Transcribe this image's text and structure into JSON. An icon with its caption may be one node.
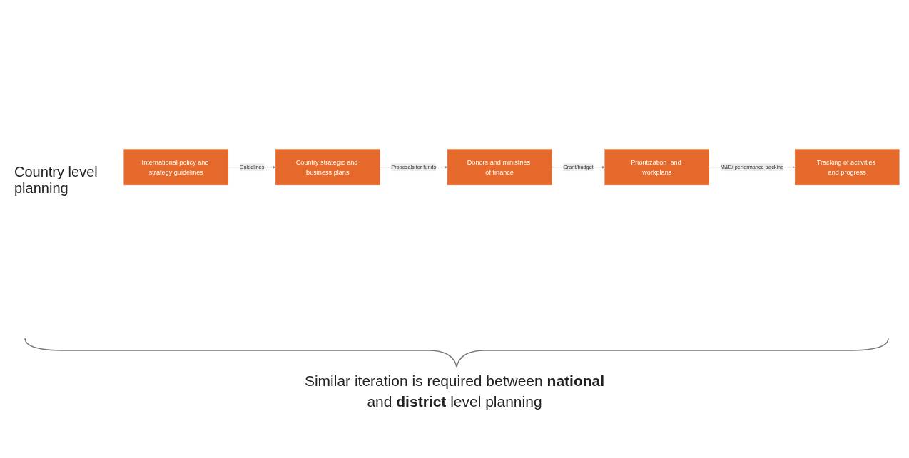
{
  "diagram": {
    "nodes": [
      {
        "text": [
          "International policy and strategy guidelines"
        ]
      },
      {
        "text": [
          "Donors and ministries of finance"
        ]
      },
      {
        "text": [
          "Tracking of activities and progress"
        ]
      },
      {
        "text": [
          "Country strategic and business plans"
        ]
      },
      {
        "text": [
          "Prioritization  and workplans"
        ]
      }
    ],
    "edges": [
      {
        "from": 0,
        "to": 3,
        "arrow": "to",
        "label": "Guidelines"
      },
      {
        "from": 3,
        "to": 1,
        "arrow": "to",
        "label": "Proposals for funds"
      },
      {
        "from": 1,
        "to": 4,
        "arrow": "to",
        "label": "Grant/budget"
      },
      {
        "from": 4,
        "to": 2,
        "arrow": "to",
        "label": "M&E/ performance tracking"
      }
    ],
    "labels": [
      "Country level planning",
      "Similar iteration is required between **national** and **district** level planning"
    ]
  }
}
